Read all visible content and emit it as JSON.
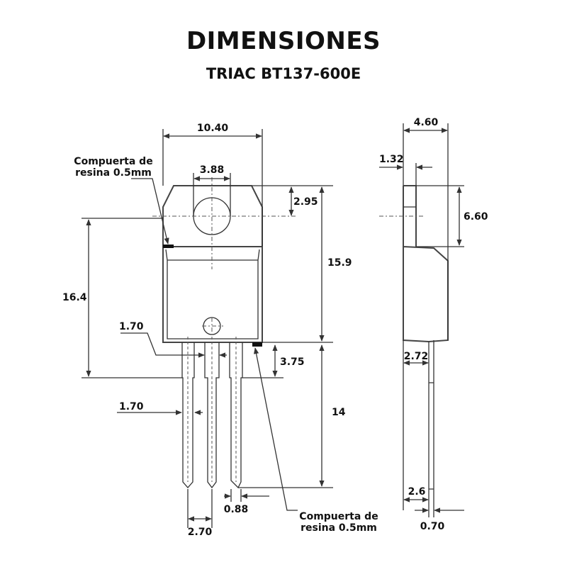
{
  "title": "DIMENSIONES",
  "subtitle": "TRIAC BT137-600E",
  "front_view": {
    "width": "10.40",
    "hole_diameter": "3.88",
    "hole_offset": "2.95",
    "body_height": "15.9",
    "overall_to_shoulder": "16.4",
    "lead_width_top": "1.70",
    "lead_width": "1.70",
    "shoulder_length": "3.75",
    "lead_length": "14",
    "lead_thickness_tip": "0.88",
    "pitch": "2.70",
    "resin_gate_top": [
      "Compuerta de",
      "resina 0.5mm"
    ],
    "resin_gate_bottom": [
      "Compuerta de",
      "resina 0.5mm"
    ]
  },
  "side_view": {
    "thickness": "4.60",
    "tab_thickness": "1.32",
    "tab_height": "6.60",
    "lead_offset_top": "2.72",
    "lead_offset_bottom": "2.6",
    "lead_thickness": "0.70"
  }
}
